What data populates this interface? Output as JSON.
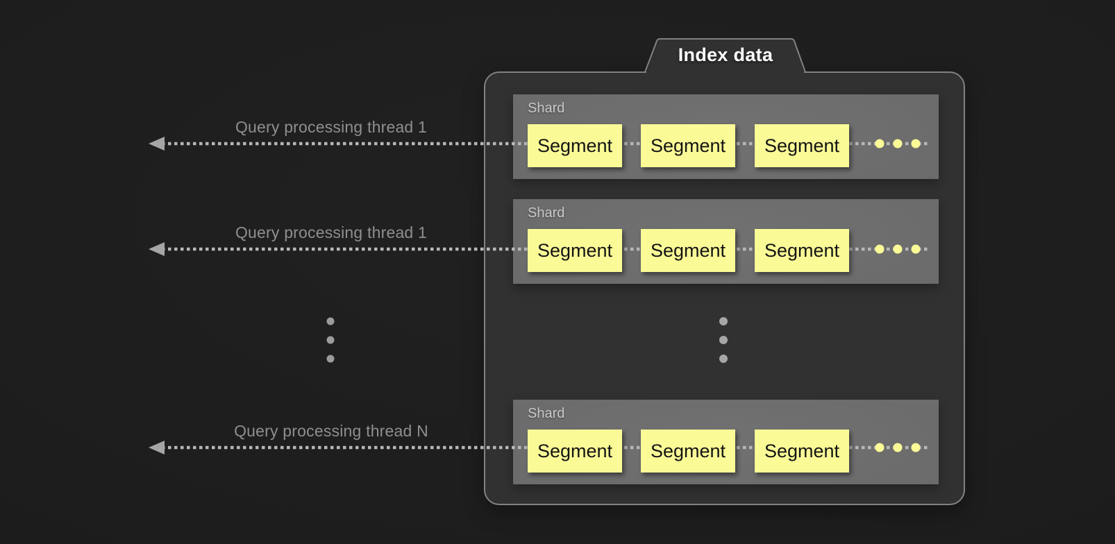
{
  "tab": {
    "label": "Index data"
  },
  "threads": [
    {
      "label": "Query processing thread 1"
    },
    {
      "label": "Query processing thread 1"
    },
    {
      "label": "Query processing thread N"
    }
  ],
  "shards": [
    {
      "label": "Shard",
      "segments": [
        "Segment",
        "Segment",
        "Segment"
      ],
      "ellipsis": "segment-ellipsis"
    },
    {
      "label": "Shard",
      "segments": [
        "Segment",
        "Segment",
        "Segment"
      ],
      "ellipsis": "segment-ellipsis"
    },
    {
      "label": "Shard",
      "segments": [
        "Segment",
        "Segment",
        "Segment"
      ],
      "ellipsis": "segment-ellipsis"
    }
  ],
  "icons": {
    "arrow_left": "arrow-left-icon",
    "vertical_ellipsis": "vertical-ellipsis-icon",
    "segment_ellipsis": "segment-ellipsis-icon"
  },
  "colors": {
    "bg": "#212121",
    "panel": "#313131",
    "panel_border": "#828282",
    "shard": "#686868",
    "shard_label": "#c9c9c9",
    "segment_bg": "#fafa97",
    "segment_text": "#141414",
    "dash": "#b8b8b8",
    "arrow": "#a6a6a6",
    "dot_left": "#9c9c9c",
    "dot_right": "#a6a6a6",
    "thread_text": "#8f8f8f",
    "tab_text": "#ffffff"
  }
}
